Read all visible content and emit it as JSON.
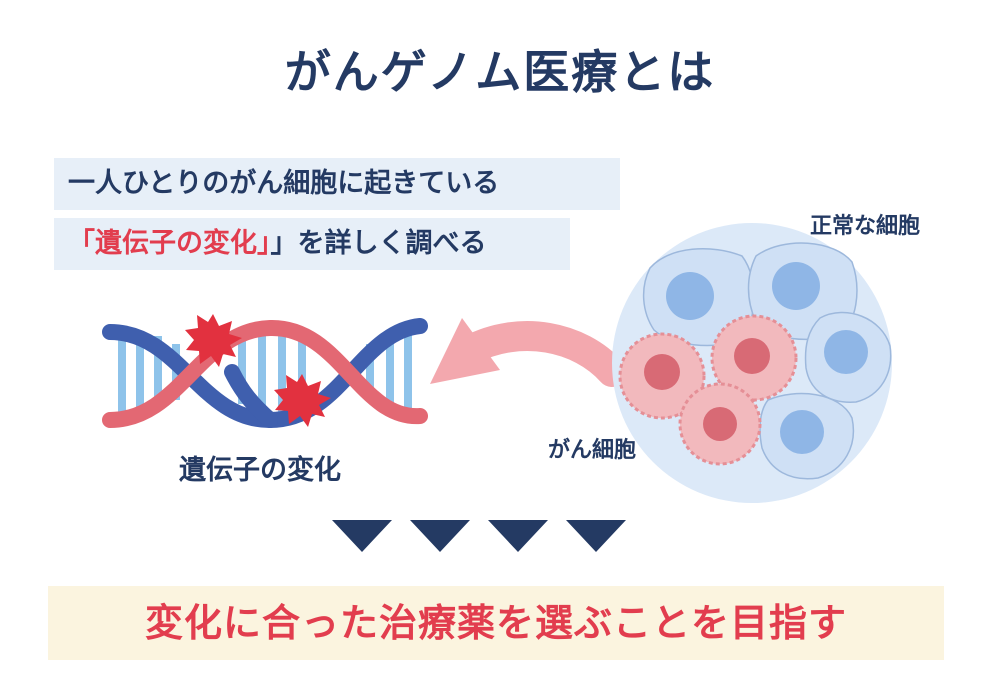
{
  "title": "がんゲノム医療とは",
  "lead": {
    "line1": "一人ひとりのがん細胞に起きている",
    "line2_prefix": "「",
    "line2_highlight": "遺伝子の変化",
    "line2_suffix": "」を詳しく調べる"
  },
  "dna_label": "遺伝子の変化",
  "cells": {
    "normal_label": "正常な細胞",
    "cancer_label": "がん細胞"
  },
  "conclusion": "変化に合った治療薬を選ぶことを目指す",
  "colors": {
    "navy": "#243a63",
    "accent_red": "#e23d4e",
    "lead_bg": "#e7eff8",
    "conclusion_bg": "#fbf4df",
    "normal_cell": "#d6e6f8",
    "normal_nucleus": "#8fb6e6",
    "cancer_cell": "#f2b9bd",
    "cancer_nucleus": "#d86a75",
    "arrow_pink": "#f3a8ae"
  },
  "icons": [
    "dna-icon",
    "mutation-burst-icon",
    "curved-arrow-icon",
    "down-triangle-icon"
  ]
}
